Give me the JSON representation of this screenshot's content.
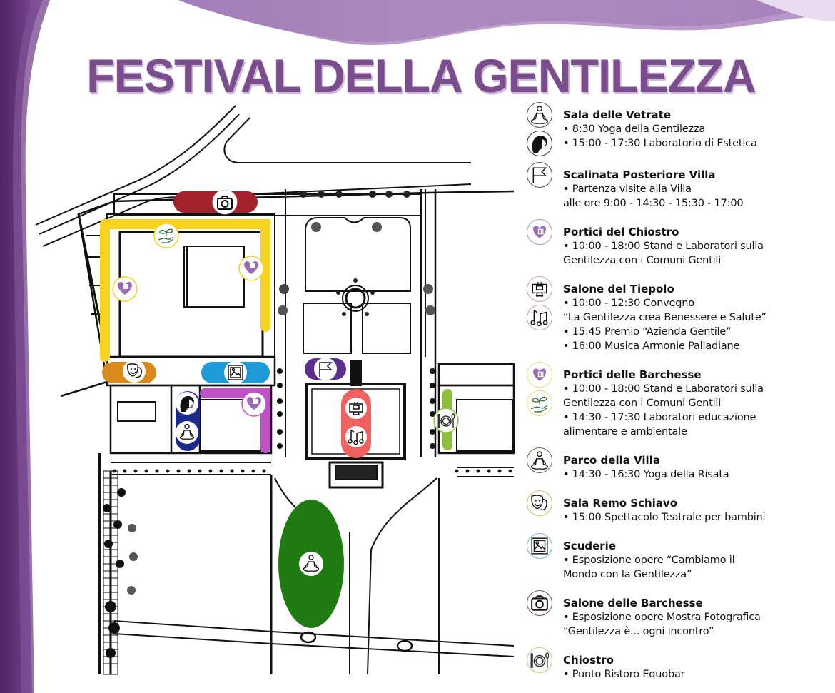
{
  "title": "FESTIVAL DELLA GENTILEZZA",
  "colors": {
    "title": "#7a4d8c",
    "frame_purple_dark": "#5a2f6e",
    "frame_purple_light": "#b99ccb",
    "yellow_zone": "#f5d320",
    "red_zone": "#a3212a",
    "orange_zone": "#d98a1c",
    "blue_zone": "#1e9ad6",
    "magenta_zone": "#c052c8",
    "navy_zone": "#1b2a8a",
    "violet_zone": "#5b2d8c",
    "salmon_zone": "#f0625f",
    "lime_zone": "#8cbf3a",
    "green_zone": "#1f7a12"
  },
  "map": {
    "markers": [
      {
        "id": "salone-barchesse",
        "icon": "camera-icon",
        "zone_color": "#a3212a"
      },
      {
        "id": "portici-chiostro-plant",
        "icon": "plant-hand-icon",
        "zone_color": "#f5d320"
      },
      {
        "id": "portici-chiostro-comuni-1",
        "icon": "comuni-gentili-logo",
        "zone_color": "#f5d320"
      },
      {
        "id": "portici-chiostro-comuni-2",
        "icon": "comuni-gentili-logo",
        "zone_color": "#f5d320"
      },
      {
        "id": "sala-remo-schiavo",
        "icon": "theater-masks-icon",
        "zone_color": "#d98a1c"
      },
      {
        "id": "scuderie",
        "icon": "picture-icon",
        "zone_color": "#1e9ad6"
      },
      {
        "id": "portici-barchesse",
        "icon": "comuni-gentili-logo",
        "zone_color": "#c052c8"
      },
      {
        "id": "sala-vetrate-estetica",
        "icon": "woman-profile-icon",
        "zone_color": "#1b2a8a"
      },
      {
        "id": "sala-vetrate-yoga",
        "icon": "yoga-icon",
        "zone_color": "#1b2a8a"
      },
      {
        "id": "scalinata",
        "icon": "flag-icon",
        "zone_color": "#5b2d8c"
      },
      {
        "id": "salone-tiepolo-convegno",
        "icon": "podium-icon",
        "zone_color": "#f0625f"
      },
      {
        "id": "salone-tiepolo-musica",
        "icon": "music-notes-icon",
        "zone_color": "#f0625f"
      },
      {
        "id": "chiostro-ristoro",
        "icon": "plate-cutlery-icon",
        "zone_color": "#8cbf3a"
      },
      {
        "id": "parco-villa",
        "icon": "yoga-icon",
        "zone_color": "#1f7a12"
      }
    ]
  },
  "legend": [
    {
      "name": "Sala delle Vetrate",
      "icons": [
        {
          "name": "yoga-icon",
          "border": "#5a4a6e"
        },
        {
          "name": "woman-profile-icon",
          "border": "#3a2f55"
        }
      ],
      "lines": [
        "• 8:30 Yoga della Gentilezza",
        "• 15:00 - 17:30 Laboratorio di Estetica"
      ]
    },
    {
      "name": "Scalinata Posteriore Villa",
      "icons": [
        {
          "name": "flag-icon",
          "border": "#5a4a6e"
        }
      ],
      "lines": [
        "• Partenza visite alla Villa",
        "alle ore 9:00 - 14:30 - 15:30 - 17:00"
      ]
    },
    {
      "name": "Portici del Chiostro",
      "icons": [
        {
          "name": "comuni-gentili-logo",
          "border": "#b08cc4"
        }
      ],
      "lines": [
        "• 10:00 - 18:00 Stand e Laboratori sulla",
        "Gentilezza con i Comuni Gentili"
      ]
    },
    {
      "name": "Salone del Tiepolo",
      "icons": [
        {
          "name": "podium-icon",
          "border": "#d89a98"
        },
        {
          "name": "music-notes-icon",
          "border": "#d89a98"
        }
      ],
      "lines": [
        "• 10:00 - 12:30 Convegno",
        "“La Gentilezza crea Benessere e Salute”",
        "• 15:45 Premio “Azienda Gentile”",
        "• 16:00 Musica Armonie Palladiane"
      ]
    },
    {
      "name": "Portici delle Barchesse",
      "icons": [
        {
          "name": "comuni-gentili-logo",
          "border": "#e6de7a"
        },
        {
          "name": "plant-hand-icon",
          "border": "#e6de7a"
        }
      ],
      "lines": [
        "• 10:00 - 18:00 Stand e Laboratori sulla",
        "Gentilezza con i Comuni Gentili",
        "• 14:30 - 17:30 Laboratori educazione",
        "alimentare e ambientale"
      ]
    },
    {
      "name": "Parco della Villa",
      "icons": [
        {
          "name": "yoga-icon",
          "border": "#4e7a4a"
        }
      ],
      "lines": [
        "•  14:30 - 16:30 Yoga della Risata"
      ]
    },
    {
      "name": "Sala Remo Schiavo",
      "icons": [
        {
          "name": "theater-masks-icon",
          "border": "#d6b86a"
        }
      ],
      "lines": [
        "• 15:00 Spettacolo Teatrale per bambini"
      ]
    },
    {
      "name": "Scuderie",
      "icons": [
        {
          "name": "picture-icon",
          "border": "#6ab7cc"
        }
      ],
      "lines": [
        "• Esposizione opere “Cambiamo il",
        "Mondo con la Gentilezza”"
      ]
    },
    {
      "name": "Salone delle Barchesse",
      "icons": [
        {
          "name": "camera-icon",
          "border": "#8a4a52"
        }
      ],
      "lines": [
        "• Esposizione opere Mostra Fotografica",
        "“Gentilezza è... ogni incontro”"
      ]
    },
    {
      "name": "Chiostro",
      "icons": [
        {
          "name": "plate-cutlery-icon",
          "border": "#c8c67a"
        }
      ],
      "lines": [
        "• Punto Ristoro Equobar"
      ]
    }
  ]
}
